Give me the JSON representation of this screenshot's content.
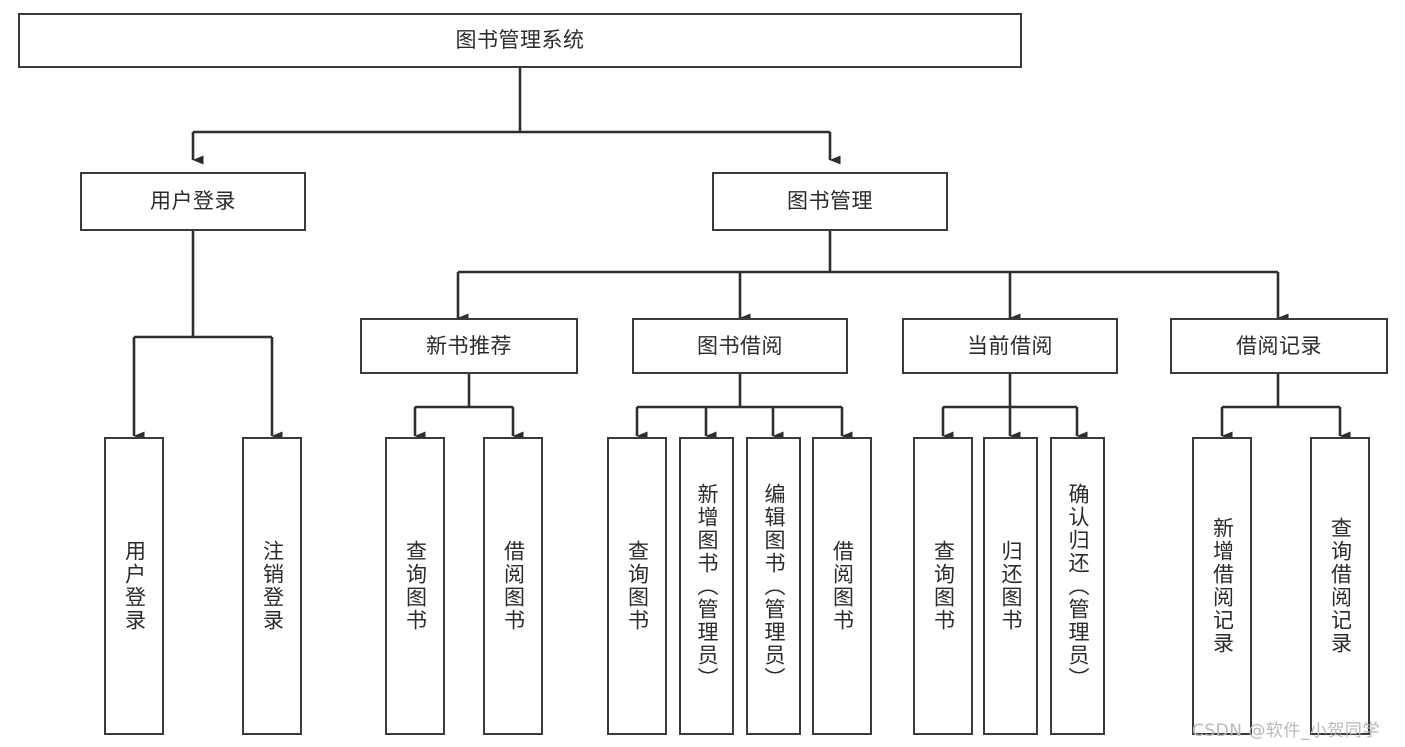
{
  "diagram": {
    "title": "图书管理系统",
    "watermark": "CSDN @软件_小贺同学",
    "colors": {
      "box_border": "#3a3a3a",
      "box_fill": "#ffffff",
      "text": "#2b2b2b",
      "connector": "#2e2e2e",
      "watermark": "#b9b9b9",
      "background": "#ffffff"
    },
    "root": {
      "label": "图书管理系统"
    },
    "level1": [
      {
        "label": "用户登录"
      },
      {
        "label": "图书管理"
      }
    ],
    "level2": [
      {
        "label": "新书推荐"
      },
      {
        "label": "图书借阅"
      },
      {
        "label": "当前借阅"
      },
      {
        "label": "借阅记录"
      }
    ],
    "leaves": {
      "user_login": [
        {
          "label": "用户登录"
        },
        {
          "label": "注销登录"
        }
      ],
      "new_book_recommend": [
        {
          "label": "查询图书"
        },
        {
          "label": "借阅图书"
        }
      ],
      "book_borrow": [
        {
          "label": "查询图书"
        },
        {
          "label": "新增图书（管理员）"
        },
        {
          "label": "编辑图书（管理员）"
        },
        {
          "label": "借阅图书"
        }
      ],
      "current_borrow": [
        {
          "label": "查询图书"
        },
        {
          "label": "归还图书"
        },
        {
          "label": "确认归还（管理员）"
        }
      ],
      "borrow_record": [
        {
          "label": "新增借阅记录"
        },
        {
          "label": "查询借阅记录"
        }
      ]
    }
  }
}
